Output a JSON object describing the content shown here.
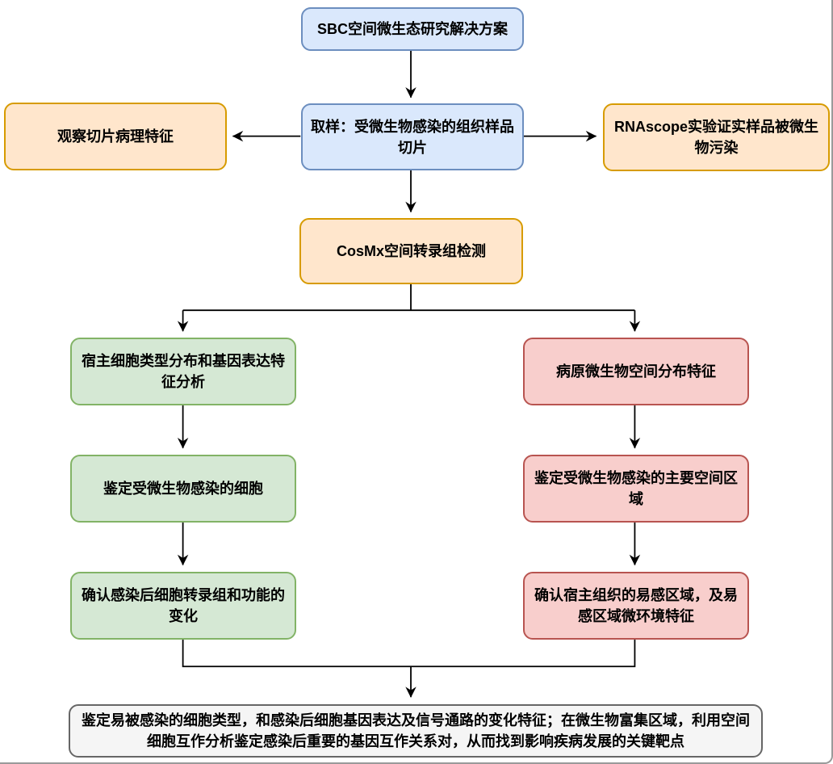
{
  "diagram_title": "SBC空间微生态研究解决方案",
  "colors": {
    "blue_fill": "#dae8fc",
    "blue_border": "#6c8ebf",
    "orange_fill": "#ffe6cc",
    "orange_border": "#d79b00",
    "green_fill": "#d5e8d4",
    "green_border": "#82b366",
    "red_fill": "#f8cecc",
    "red_border": "#b85450",
    "gray_fill": "#f5f5f5",
    "gray_border": "#666666",
    "arrow": "#000000"
  },
  "nodes": {
    "root": "SBC空间微生态研究解决方案",
    "sampling": "取样：受微生物感染的组织样品切片",
    "pathology": "观察切片病理特征",
    "rnascope": "RNAscope实验证实样品被微生物污染",
    "cosmx": "CosMx空间转录组检测",
    "host_celltype": "宿主细胞类型分布和基因表达特征分析",
    "host_infected_cells": "鉴定受微生物感染的细胞",
    "host_transcriptome_change": "确认感染后细胞转录组和功能的变化",
    "microbe_distribution": "病原微生物空间分布特征",
    "microbe_regions": "鉴定受微生物感染的主要空间区域",
    "microbe_susceptible": "确认宿主组织的易感区域，及易感区域微环境特征",
    "conclusion": "鉴定易被感染的细胞类型，和感染后细胞基因表达及信号通路的变化特征；在微生物富集区域，利用空间细胞互作分析鉴定感染后重要的基因互作关系对，从而找到影响疾病发展的关键靶点"
  }
}
